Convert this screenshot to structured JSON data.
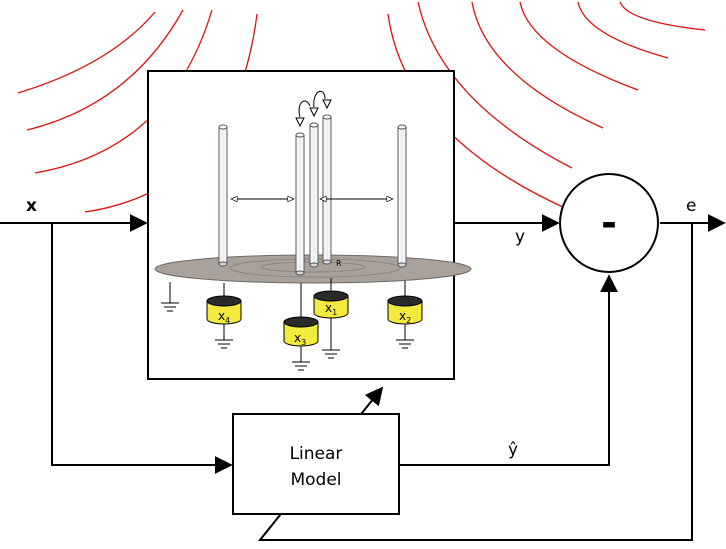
{
  "labels": {
    "input": "x",
    "output": "y",
    "error": "e",
    "prediction": "ŷ",
    "minus": "-",
    "model_line1": "Linear",
    "model_line2": "Model",
    "radius": "R"
  },
  "electrodes": {
    "x1": {
      "base": "x",
      "sub": "1"
    },
    "x2": {
      "base": "x",
      "sub": "2"
    },
    "x3": {
      "base": "x",
      "sub": "3"
    },
    "x4": {
      "base": "x",
      "sub": "4"
    }
  },
  "colors": {
    "field_lines": "#dd1111",
    "electrode_fill": "#f2ea3c",
    "plate_fill": "#a9a29c",
    "line": "#000000"
  }
}
